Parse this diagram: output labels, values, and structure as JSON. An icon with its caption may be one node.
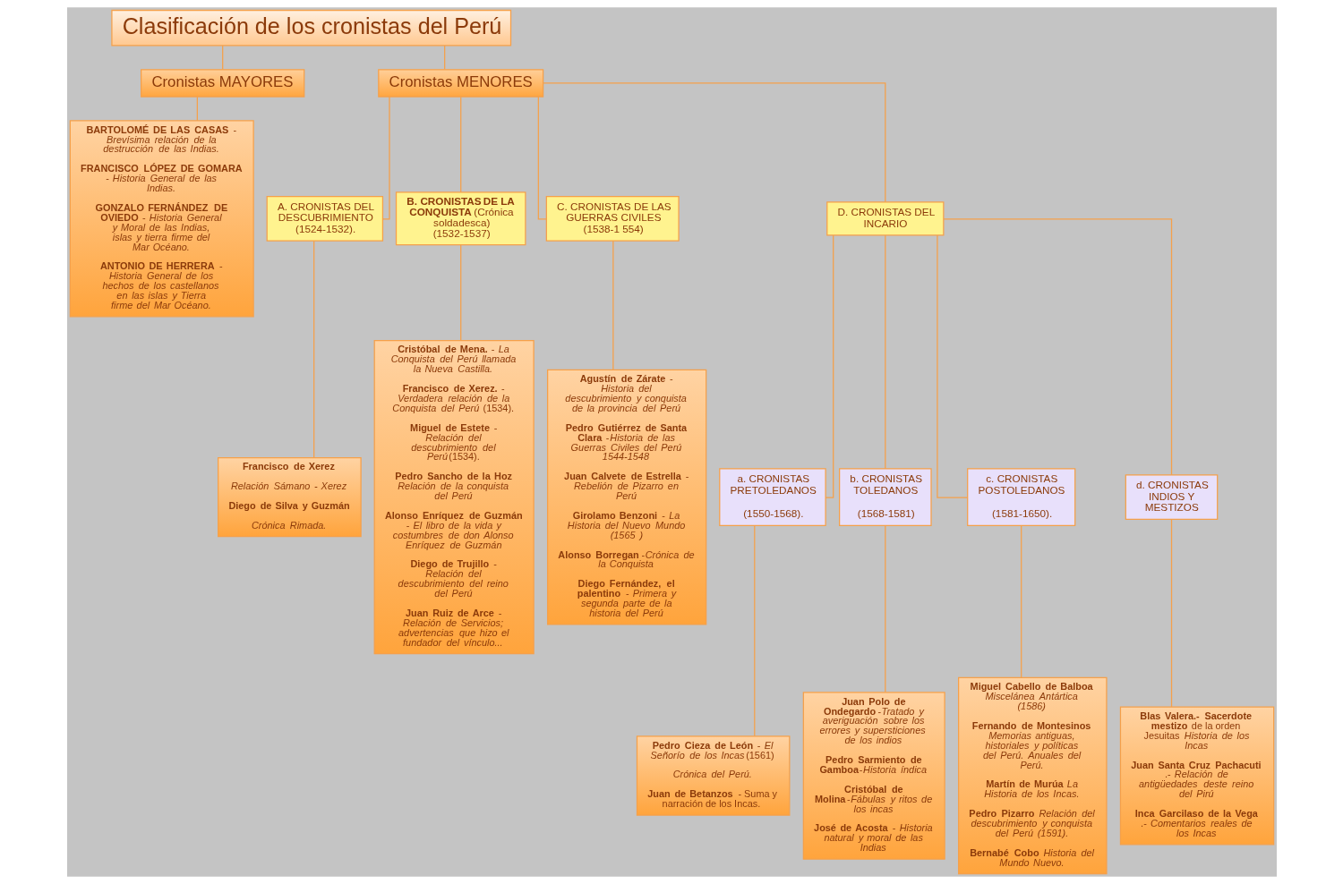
{
  "diagram": {
    "nodes": [
      {
        "text": [
          "Clasificación de los cronistas del Perú"
        ]
      },
      {
        "text": [
          "Cronistas MAYORES"
        ]
      },
      {
        "text": [
          "Cronistas MENORES"
        ]
      },
      {
        "text": [
          "**BARTOLOMÉ DE LAS CASAS** - *Brevísima relación de la destrucción de las Indias.*",
          "**FRANCISCO LÓPEZ DE GOMARA** - *Historia General de las Indias.*",
          "**GONZALO FERNÁNDEZ DE OVIEDO** - *Historia General y Moral de las Indias, islas y tierra firme del Mar Océano.*",
          "**ANTONIO DE HERRERA** - *Historia General de los hechos de los castellanos en las islas y Tierra firme del Mar Océano.*"
        ]
      },
      {
        "text": [
          "A. CRONISTAS DEL DESCUBRIMIENTO (1524-1532)."
        ]
      },
      {
        "text": [
          "**B. CRONISTAS DE LA CONQUISTA** (Crónica soldadesca) (1532-1537)"
        ]
      },
      {
        "text": [
          "C. CRONISTAS DE LAS GUERRAS CIVILES (1538-1 554)"
        ]
      },
      {
        "text": [
          "D. CRONISTAS DEL INCARIO"
        ]
      },
      {
        "text": [
          "**Francisco de Xerez**",
          "*Relación Sámano - Xerez*",
          "**Diego de Silva y Guzmán**",
          "*Crónica Rimada.*"
        ]
      },
      {
        "text": [
          "**Cristóbal de Mena.** - *La Conquista del Perú llamada la Nueva Castilla.*",
          "**Francisco de Xerez.** - *Verdadera relación de la Conquista del Perú* (1534).",
          "**Miguel de Estete** - *Relación del descubrimiento del Perú*(1534).",
          "**Pedro Sancho de la Hoz** *Relación de la conquista del Perú*",
          "**Alonso Enríquez de Guzmán** - *El libro de la vida y costumbres de don Alonso Enríquez de Guzmán*",
          "**Diego de Trujillo** - *Relación del descubrimiento del reino del Perú*",
          "**Juan Ruiz de Arce** - *Relación de Servicios; advertencias que hizo el fundador del vínculo...*"
        ]
      },
      {
        "text": [
          "**Agustín de Zárate** - *Historia del descubrimiento y conquista de la provincia del Perú*",
          "**Pedro Gutiérrez de Santa Clara** -*Historia de las Guerras Civiles del Perú 1544-1548*",
          "**Juan Calvete de Estrella** - *Rebelión de Pizarro en Perú*",
          "**Girolamo Benzoni** - *La Historia del Nuevo Mundo (1565 )*",
          "**Alonso Borregan**-*Crónica de la Conquista*",
          "**Diego Fernández, el palentino** - *Primera y segunda parte de la historia del Perú*"
        ]
      },
      {
        "text": [
          "a. CRONISTAS PRETOLEDANOS",
          "(1550-1568)."
        ]
      },
      {
        "text": [
          "b. CRONISTAS TOLEDANOS",
          "(1568-1581)"
        ]
      },
      {
        "text": [
          "c. CRONISTAS POSTOLEDANOS",
          "(1581-1650)."
        ]
      },
      {
        "text": [
          "d. CRONISTAS INDIOS Y MESTIZOS"
        ]
      },
      {
        "text": [
          "**Pedro Cieza de León** - *El Señorío de los Incas*(1561)",
          "*Crónica del Perú.*",
          "**Juan de Betanzos** - Suma y narración de los Incas."
        ]
      },
      {
        "text": [
          "**Juan Polo de Ondegardo**-*Tratado y averiguación sobre los errores y supersticiones de los indios*",
          "**Pedro Sarmiento de Gamboa**-*Historia índica*",
          "**Cristóbal de Molina**-*Fábulas y ritos de los incas*",
          "**José de Acosta** - *Historia natural y moral de las Indias*"
        ]
      },
      {
        "text": [
          "**Miguel Cabello de Balboa** *Miscelánea Antártica (1586)*",
          "**Fernando de Montesinos** *Memorias antiguas, historiales y políticas del Perú. Anuales del Perú.*",
          "**Martín de Murúa** *La Historia de los Incas.*",
          "**Pedro Pizarro** *Relación del descubrimiento y conquista del Perú (1591).*",
          "**Bernabé Cobo** *Historia del Mundo Nuevo.*"
        ]
      },
      {
        "text": [
          "**Blas Valera.- Sacerdote mestizo** de la orden Jesuitas *Historia de los Incas*",
          "**Juan Santa Cruz Pachacuti** .- *Relación de antigüedades deste reino del Pirú*",
          "**Inca Garcilaso de la Vega** .- *Comentarios reales de los Incas*"
        ]
      }
    ],
    "edges": [
      {
        "from": 0,
        "to": 1,
        "arrow": "none"
      },
      {
        "from": 0,
        "to": 2,
        "arrow": "none"
      },
      {
        "from": 1,
        "to": 3,
        "arrow": "none"
      },
      {
        "from": 2,
        "to": 4,
        "arrow": "none"
      },
      {
        "from": 2,
        "to": 5,
        "arrow": "none"
      },
      {
        "from": 2,
        "to": 6,
        "arrow": "none"
      },
      {
        "from": 2,
        "to": 7,
        "arrow": "none"
      },
      {
        "from": 4,
        "to": 8,
        "arrow": "none"
      },
      {
        "from": 5,
        "to": 9,
        "arrow": "none"
      },
      {
        "from": 6,
        "to": 10,
        "arrow": "none"
      },
      {
        "from": 7,
        "to": 11,
        "arrow": "none"
      },
      {
        "from": 7,
        "to": 12,
        "arrow": "none"
      },
      {
        "from": 7,
        "to": 13,
        "arrow": "none"
      },
      {
        "from": 7,
        "to": 14,
        "arrow": "none"
      },
      {
        "from": 11,
        "to": 15,
        "arrow": "none"
      },
      {
        "from": 12,
        "to": 16,
        "arrow": "none"
      },
      {
        "from": 13,
        "to": 17,
        "arrow": "none"
      },
      {
        "from": 14,
        "to": 18,
        "arrow": "none"
      }
    ]
  }
}
